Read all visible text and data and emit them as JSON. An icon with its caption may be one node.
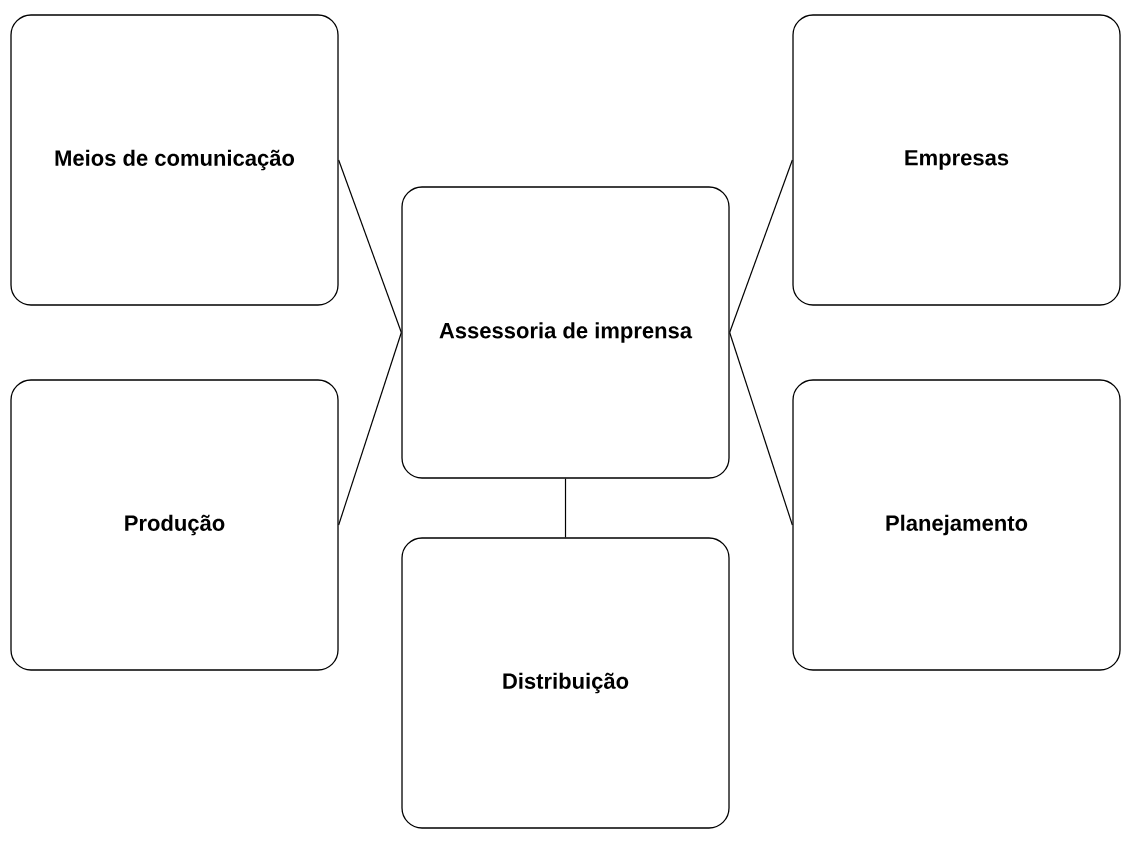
{
  "diagram": {
    "nodes": [
      {
        "text": [
          "Meios de comunicação"
        ]
      },
      {
        "text": [
          "Empresas"
        ]
      },
      {
        "text": [
          "Assessoria de imprensa"
        ]
      },
      {
        "text": [
          "Produção"
        ]
      },
      {
        "text": [
          "Planejamento"
        ]
      },
      {
        "text": [
          "Distribuição"
        ]
      }
    ],
    "edges": [
      {
        "from": 2,
        "to": 0,
        "arrow": "none"
      },
      {
        "from": 2,
        "to": 1,
        "arrow": "none"
      },
      {
        "from": 2,
        "to": 3,
        "arrow": "none"
      },
      {
        "from": 2,
        "to": 4,
        "arrow": "none"
      },
      {
        "from": 2,
        "to": 5,
        "arrow": "none"
      }
    ]
  }
}
